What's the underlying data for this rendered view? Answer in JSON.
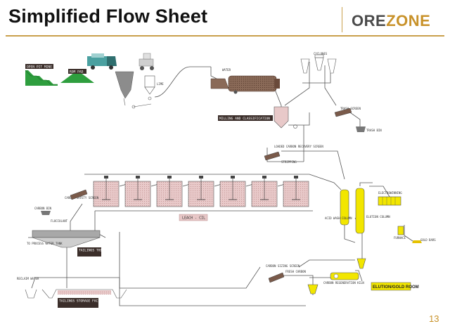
{
  "slide": {
    "title": "Simplified Flow Sheet",
    "page_number": "13"
  },
  "logo": {
    "part1": "ORE",
    "part2": "ZONE"
  },
  "labels": {
    "open_pit_mine": "OPEN PIT MINE",
    "rom_pad": "ROM PAD",
    "lime": "LIME",
    "water": "WATER",
    "cyclones": "CYCLONES",
    "trash_screen": "TRASH SCREEN",
    "trash_bin": "TRASH BIN",
    "milling_classification": "MILLING AND CLASSIFICATION",
    "loaded_carbon_screen": "LOADED CARBON RECOVERY SCREEN",
    "stripping": "STRIPPING",
    "carbon_safety_screen": "CARBON SAFETY SCREEN",
    "carbon_bin": "CARBON BIN",
    "flocculant": "FLOCCULANT",
    "to_process_water_tank": "TO PROCESS WATER TANK",
    "tailings_thickener": "TAILINGS THICKENER",
    "leach_cil": "LEACH - CIL",
    "acid_wash_column": "ACID WASH COLUMN",
    "elution_column": "ELUTION COLUMN",
    "electrowinning": "ELECTROWINNING",
    "furnace": "FURNACE",
    "gold_bars": "GOLD BARS",
    "reclaim_water": "RECLAIM WATER",
    "tailings_storage_facility": "TAILINGS STORAGE FACILITY",
    "carbon_sizing_screen": "CARBON SIZING SCREEN",
    "fresh_carbon": "FRESH CARBON",
    "carbon_regeneration_kiln": "CARBON REGENERATION KILN",
    "elution_gold_room": "ELUTION/GOLD ROOM"
  },
  "colors": {
    "title_rule": "#c9a04c",
    "logo_grey": "#4a4a4a",
    "logo_gold": "#c8922a",
    "pile_green": "#2e9e3e",
    "tank_pink": "#e8c9c9",
    "mill_brown": "#7a5a4a",
    "column_yellow": "#f2e600",
    "label_dark": "#3b2e2a",
    "label_pink": "#e8c7c7",
    "pipe": "#555555"
  }
}
